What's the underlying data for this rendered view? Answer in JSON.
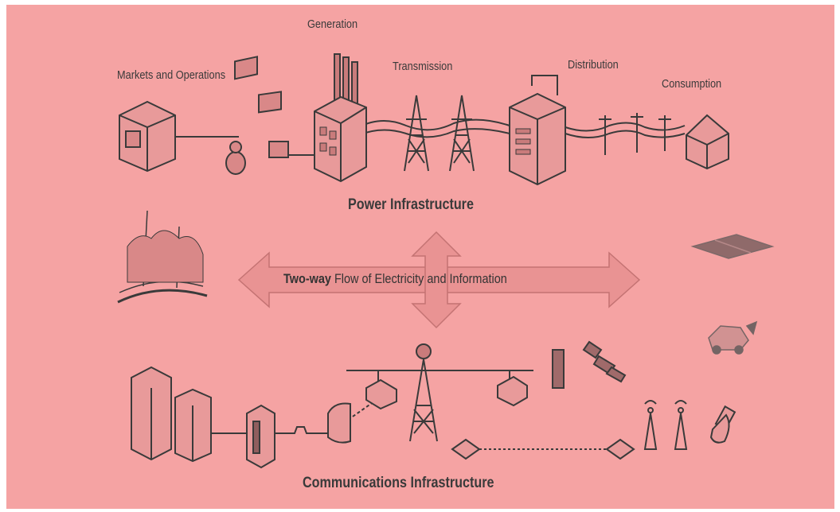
{
  "colors": {
    "background": "#f5a3a3",
    "frame": "#ffffff",
    "ink": "#3a3a3a",
    "arrow": "#e98f8f"
  },
  "stages": {
    "markets": "Markets and Operations",
    "generation": "Generation",
    "transmission": "Transmission",
    "distribution": "Distribution",
    "consumption": "Consumption"
  },
  "sections": {
    "power": "Power Infrastructure",
    "communications": "Communications Infrastructure"
  },
  "flow": {
    "bold": "Two-way",
    "rest": " Flow of Electricity and Information"
  },
  "icons": [
    "building-icon",
    "computer-workstation-icon",
    "power-plant-icon",
    "transmission-tower-icon",
    "substation-icon",
    "house-icon",
    "wind-turbine-icon",
    "solar-panel-icon",
    "electric-car-icon",
    "data-center-icon",
    "router-icon",
    "radio-tower-icon",
    "satellite-icon",
    "antenna-icon",
    "mobile-phone-icon"
  ]
}
